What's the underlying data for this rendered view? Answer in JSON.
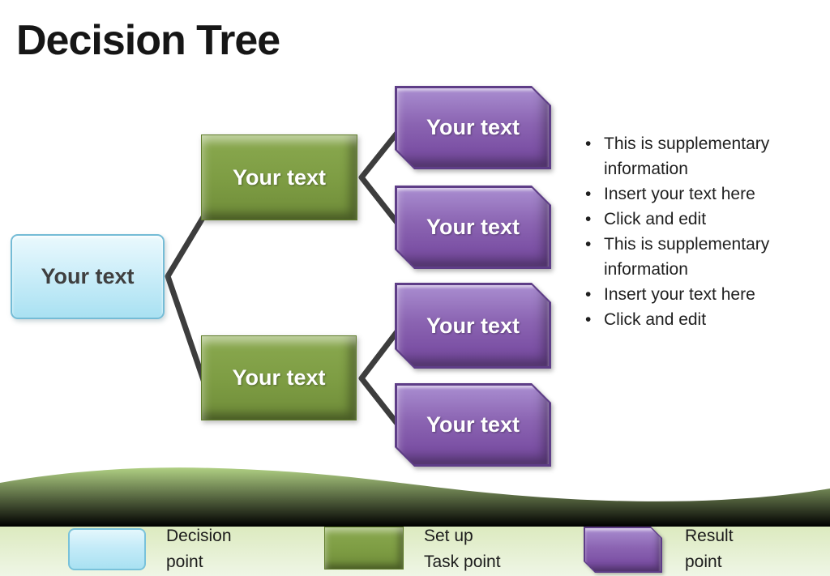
{
  "title": "Decision Tree",
  "tree": {
    "root": {
      "label": "Your text"
    },
    "branches": [
      {
        "label": "Your text"
      },
      {
        "label": "Your text"
      }
    ],
    "leaves": [
      {
        "label": "Your text"
      },
      {
        "label": "Your text"
      },
      {
        "label": "Your text"
      },
      {
        "label": "Your text"
      }
    ]
  },
  "bullet_char": "•",
  "bullets": [
    "This is supplementary information",
    "Insert your text here",
    "Click and edit",
    "This is supplementary information",
    "Insert your text here",
    "Click and edit"
  ],
  "legend": {
    "items": [
      {
        "swatch": "decision-point-swatch",
        "line1": "Decision",
        "line2": "point"
      },
      {
        "swatch": "setup-task-point-swatch",
        "line1": "Set up",
        "line2": "Task point"
      },
      {
        "swatch": "result-point-swatch",
        "line1": "Result",
        "line2": "point"
      }
    ]
  },
  "colors": {
    "decision_fill": "#c4ebf8",
    "decision_border": "#74bcd6",
    "task_fill": "#7d9c43",
    "task_border": "#5f7c2a",
    "result_fill": "#8b64b2",
    "result_border": "#5e3d87",
    "connector": "#3d3d3d",
    "wave_top": "#b5d687",
    "wave_bottom": "#f1f7e9",
    "title_text": "#161616",
    "body_text": "#1f1f1f"
  }
}
